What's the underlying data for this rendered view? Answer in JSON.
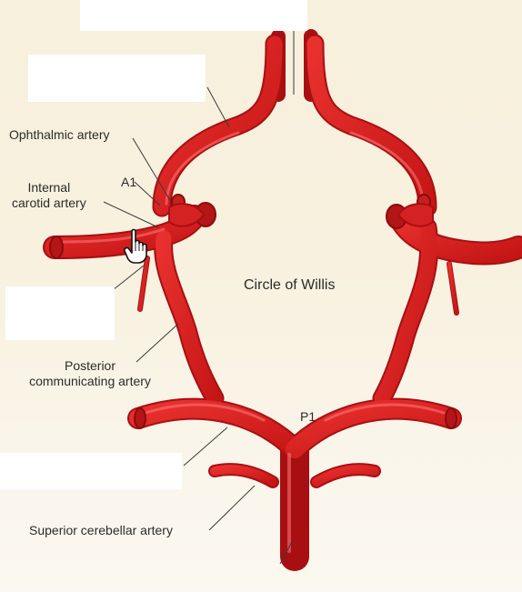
{
  "labels": {
    "ophthalmic": "Ophthalmic artery",
    "a1": "A1",
    "internal_carotid": "Internal\ncarotid artery",
    "circle_of_willis": "Circle of Willis",
    "posterior_communicating": "Posterior\ncommunicating artery",
    "p1": "P1",
    "superior_cerebellar": "Superior cerebellar artery"
  },
  "colors": {
    "artery": "#d91f1f",
    "artery_dark": "#a80f12",
    "artery_light": "#ff6b6b",
    "label_text": "#2b2b2b",
    "leader_line": "#3a3a3a",
    "background": "#f7f0dc",
    "mask_box": "#ffffff"
  },
  "cursor": {
    "icon": "hand-pointer-icon"
  }
}
